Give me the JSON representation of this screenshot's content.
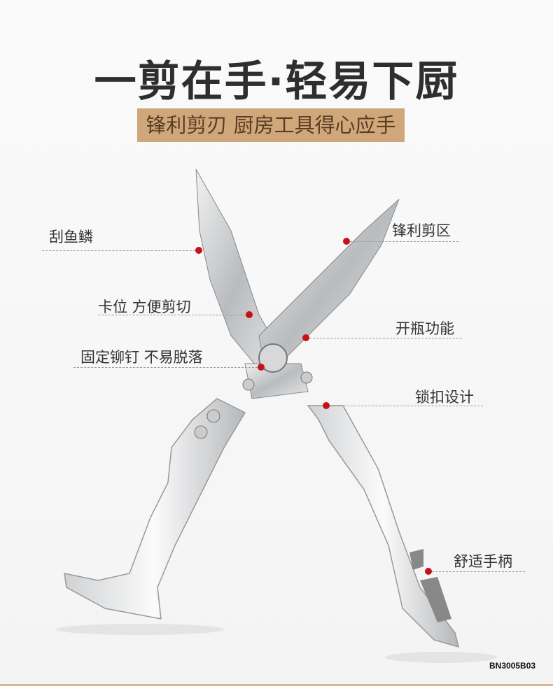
{
  "title": "一剪在手·轻易下厨",
  "subtitle": "锋利剪刃 厨房工具得心应手",
  "colors": {
    "banner": "#cfa77a",
    "banner_text": "#5a3d22",
    "marker": "#c8101a"
  },
  "annotations": [
    {
      "label": "刮鱼鳞"
    },
    {
      "label": "锋利剪区"
    },
    {
      "label": "卡位 方便剪切"
    },
    {
      "label": "开瓶功能"
    },
    {
      "label": "固定铆钉 不易脱落"
    },
    {
      "label": "锁扣设计"
    },
    {
      "label": "舒适手柄"
    }
  ],
  "product_code": "BN3005B03"
}
